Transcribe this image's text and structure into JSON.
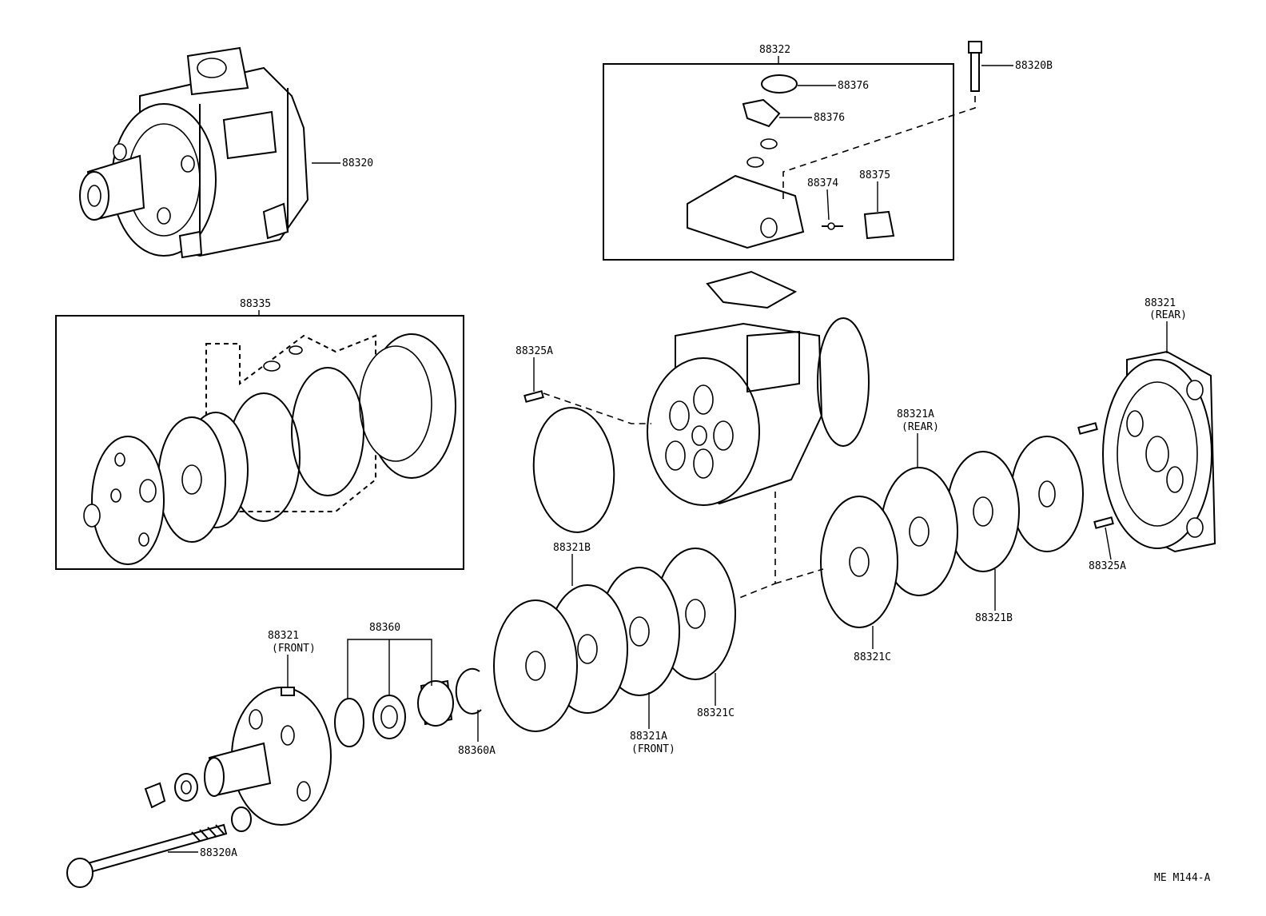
{
  "diagram_code": "ME M144-A",
  "labels": {
    "p88320": "88320",
    "p88322": "88322",
    "p88320B": "88320B",
    "p88376_top": "88376",
    "p88376_mid": "88376",
    "p88374": "88374",
    "p88375": "88375",
    "p88335": "88335",
    "p88325A_top": "88325A",
    "p88321_rear": "88321",
    "p88321_rear_note": "(REAR)",
    "p88321A_rear": "88321A",
    "p88321A_rear_note": "(REAR)",
    "p88321B_top": "88321B",
    "p88325A_right": "88325A",
    "p88321B_right": "88321B",
    "p88321C_right": "88321C",
    "p88321_front": "88321",
    "p88321_front_note": "(FRONT)",
    "p88360": "88360",
    "p88360A": "88360A",
    "p88321C_mid": "88321C",
    "p88321A_front": "88321A",
    "p88321A_front_note": "(FRONT)",
    "p88320A": "88320A"
  }
}
